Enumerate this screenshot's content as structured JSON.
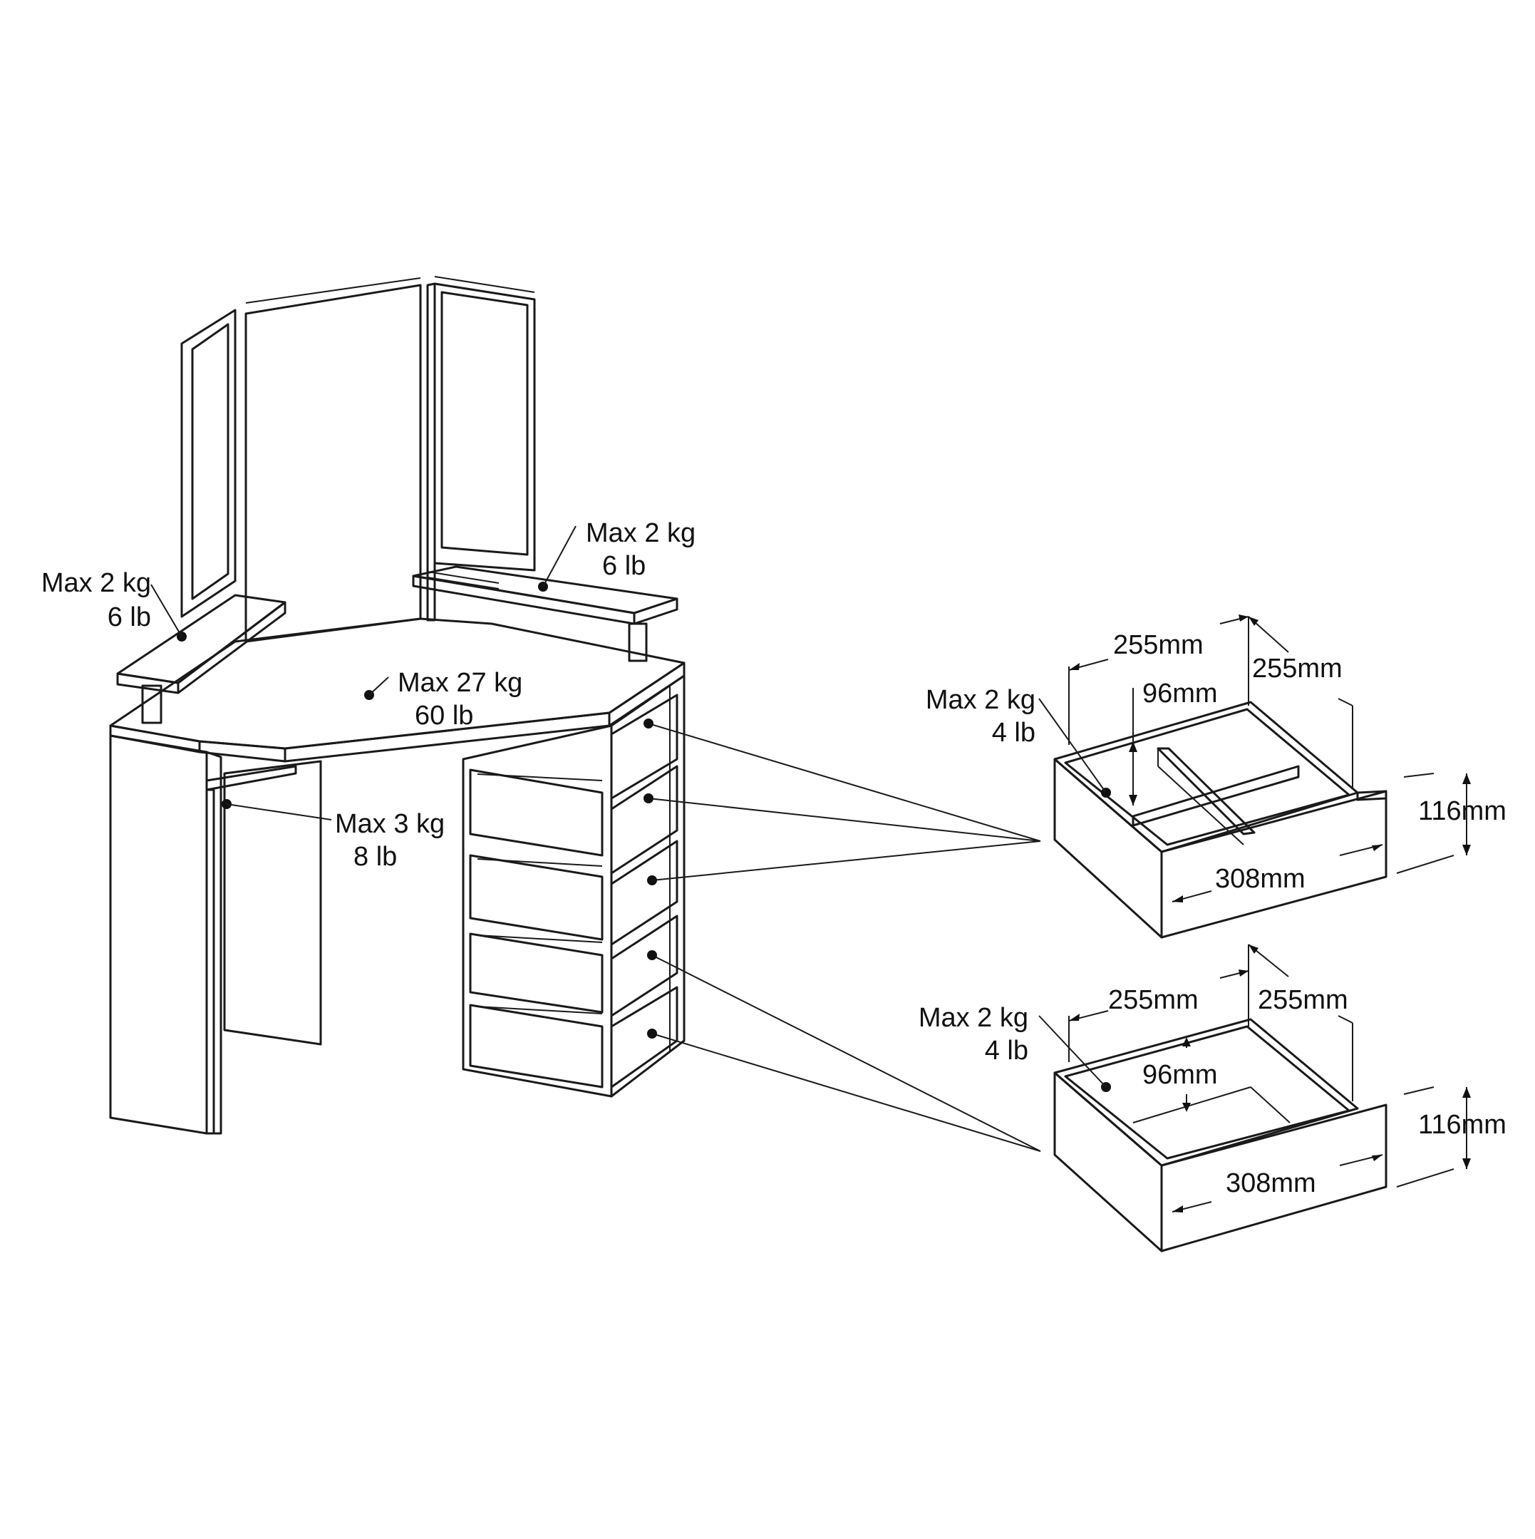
{
  "labels": {
    "left_shelf": {
      "kg": "Max 2 kg",
      "lb": "6 lb"
    },
    "right_shelf": {
      "kg": "Max 2 kg",
      "lb": "6 lb"
    },
    "tabletop": {
      "kg": "Max 27 kg",
      "lb": "60 lb"
    },
    "lower_shelf": {
      "kg": "Max 3 kg",
      "lb": "8 lb"
    },
    "drawer_top": {
      "kg": "Max 2 kg",
      "lb": "4 lb"
    },
    "drawer_bottom": {
      "kg": "Max 2 kg",
      "lb": "4 lb"
    }
  },
  "dimensions": {
    "drawer_top": {
      "width_left": "255mm",
      "width_right": "255mm",
      "inner_height": "96mm",
      "height": "116mm",
      "front_width": "308mm"
    },
    "drawer_bottom": {
      "width_left": "255mm",
      "width_right": "255mm",
      "inner_height": "96mm",
      "height": "116mm",
      "front_width": "308mm"
    }
  }
}
